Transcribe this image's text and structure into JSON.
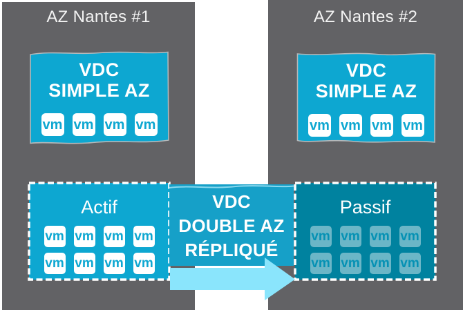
{
  "colors": {
    "panel-gray": "#626265",
    "cyan": "#0da7d1",
    "cyan-center": "#16a0c8",
    "teal": "#00829f",
    "arrow": "#8ae5fc",
    "title-text": "#f3f3f3"
  },
  "zones": {
    "az1": {
      "title": "AZ Nantes #1"
    },
    "az2": {
      "title": "AZ Nantes #2"
    }
  },
  "vdc_simple": {
    "line1": "VDC",
    "line2": "SIMPLE AZ"
  },
  "vdc_double": {
    "line1": "VDC",
    "line2": "DOUBLE AZ",
    "line3": "RÉPLIQUÉ"
  },
  "active_box": {
    "label": "Actif"
  },
  "passive_box": {
    "label": "Passif"
  },
  "vm": {
    "label": "vm"
  }
}
